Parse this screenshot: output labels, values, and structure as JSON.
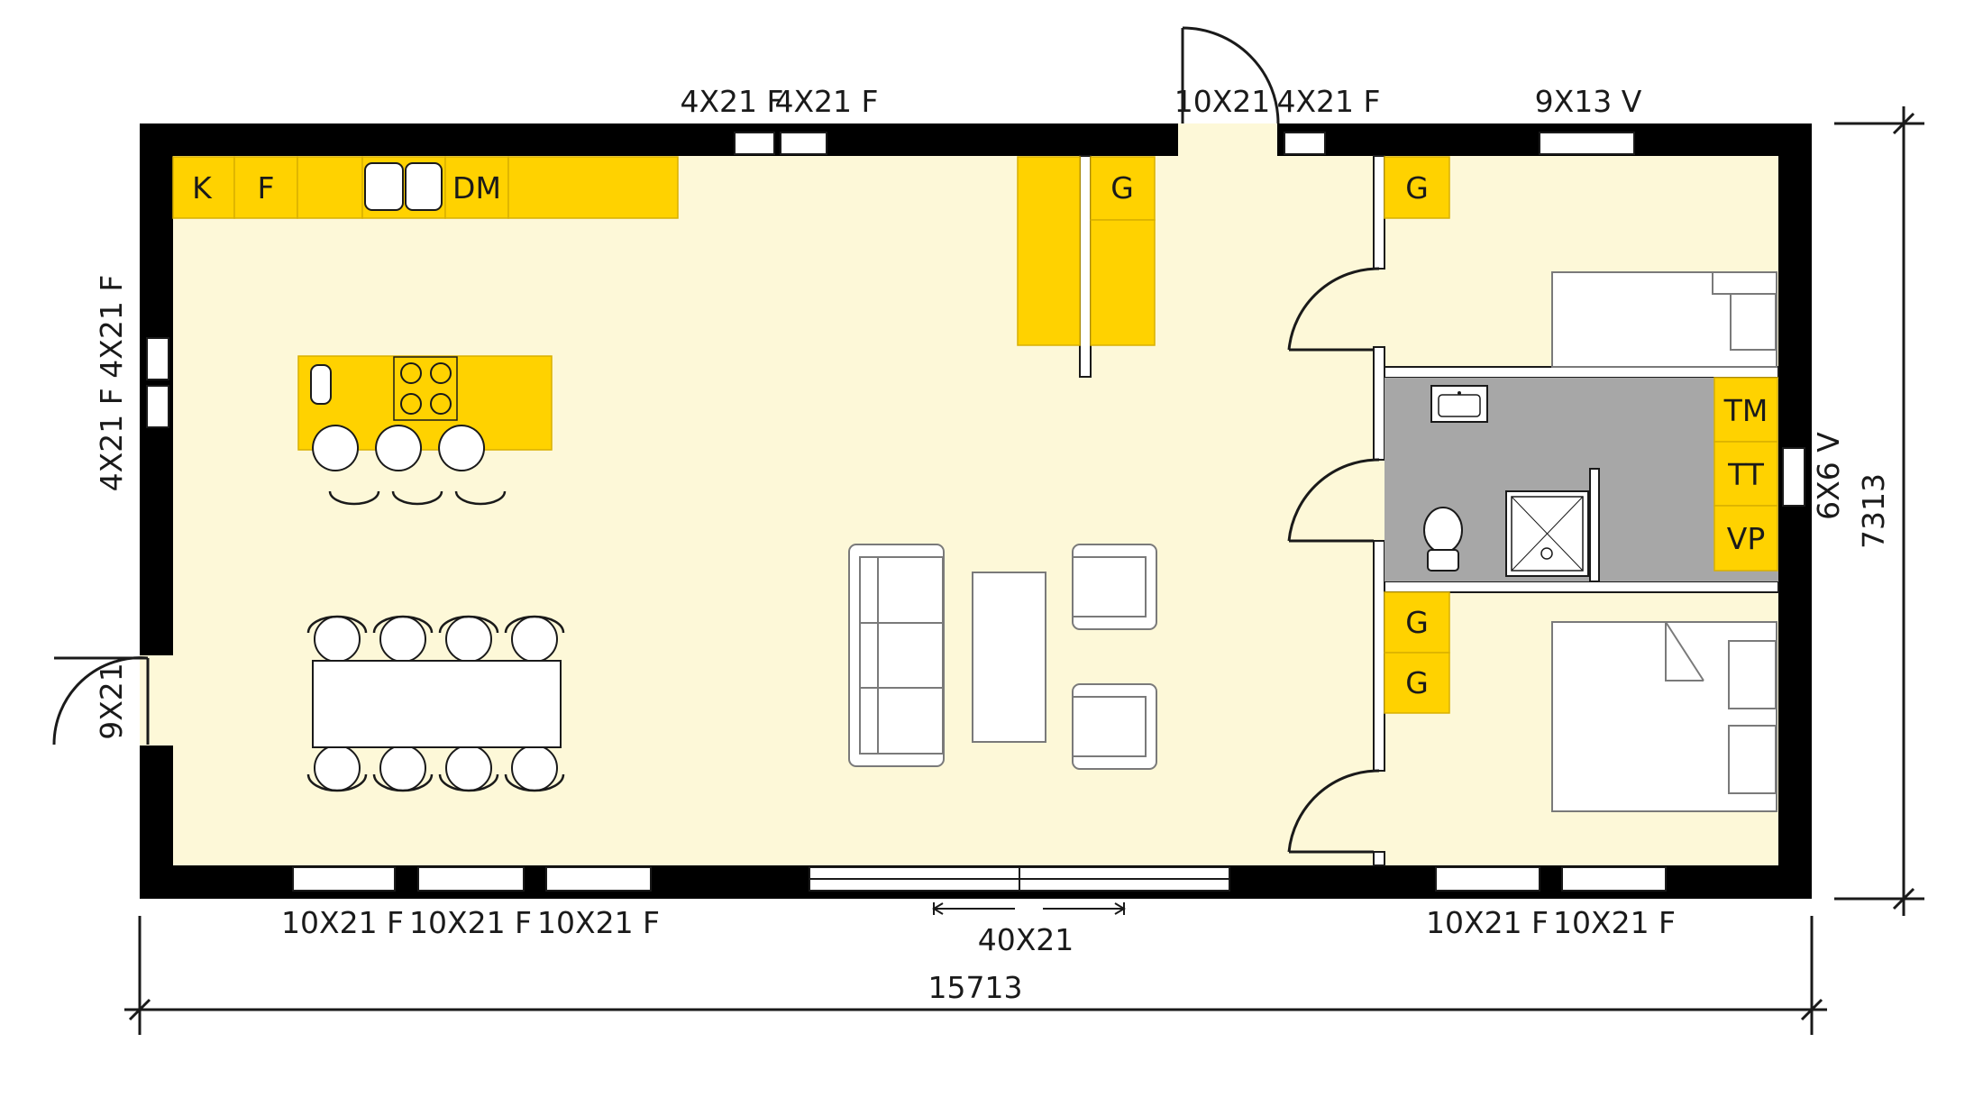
{
  "colors": {
    "floor": "#fdf8d8",
    "wall": "#000000",
    "cabinet": "#ffd200",
    "bathroom": "#a7a7a7",
    "furniture": "#ffffff"
  },
  "dimensions": {
    "overall_width": "15713",
    "overall_depth": "7313"
  },
  "windows": {
    "top_kitchen_1": "4X21 F",
    "top_kitchen_2": "4X21 F",
    "top_entry_door": "10X21",
    "top_hall": "4X21 F",
    "top_bedroom": "9X13 V",
    "left_wall": "4X21 F 4X21 F",
    "left_door": "9X21",
    "right_bath": "6X6 V",
    "bottom_1": "10X21 F",
    "bottom_2": "10X21 F",
    "bottom_3": "10X21 F",
    "bottom_slider": "40X21",
    "bottom_4": "10X21 F",
    "bottom_5": "10X21 F"
  },
  "cabinets": {
    "k": "K",
    "f": "F",
    "dm": "DM",
    "g_hall": "G",
    "g_bed1": "G",
    "g_bed2_a": "G",
    "g_bed2_b": "G",
    "tm": "TM",
    "tt": "TT",
    "vp": "VP"
  },
  "icons": [
    "sink-icon",
    "cooktop-icon",
    "toilet-icon",
    "shower-icon",
    "washbasin-icon",
    "chair-icon",
    "bed-icon",
    "sofa-icon",
    "armchair-icon",
    "door-swing-icon"
  ]
}
